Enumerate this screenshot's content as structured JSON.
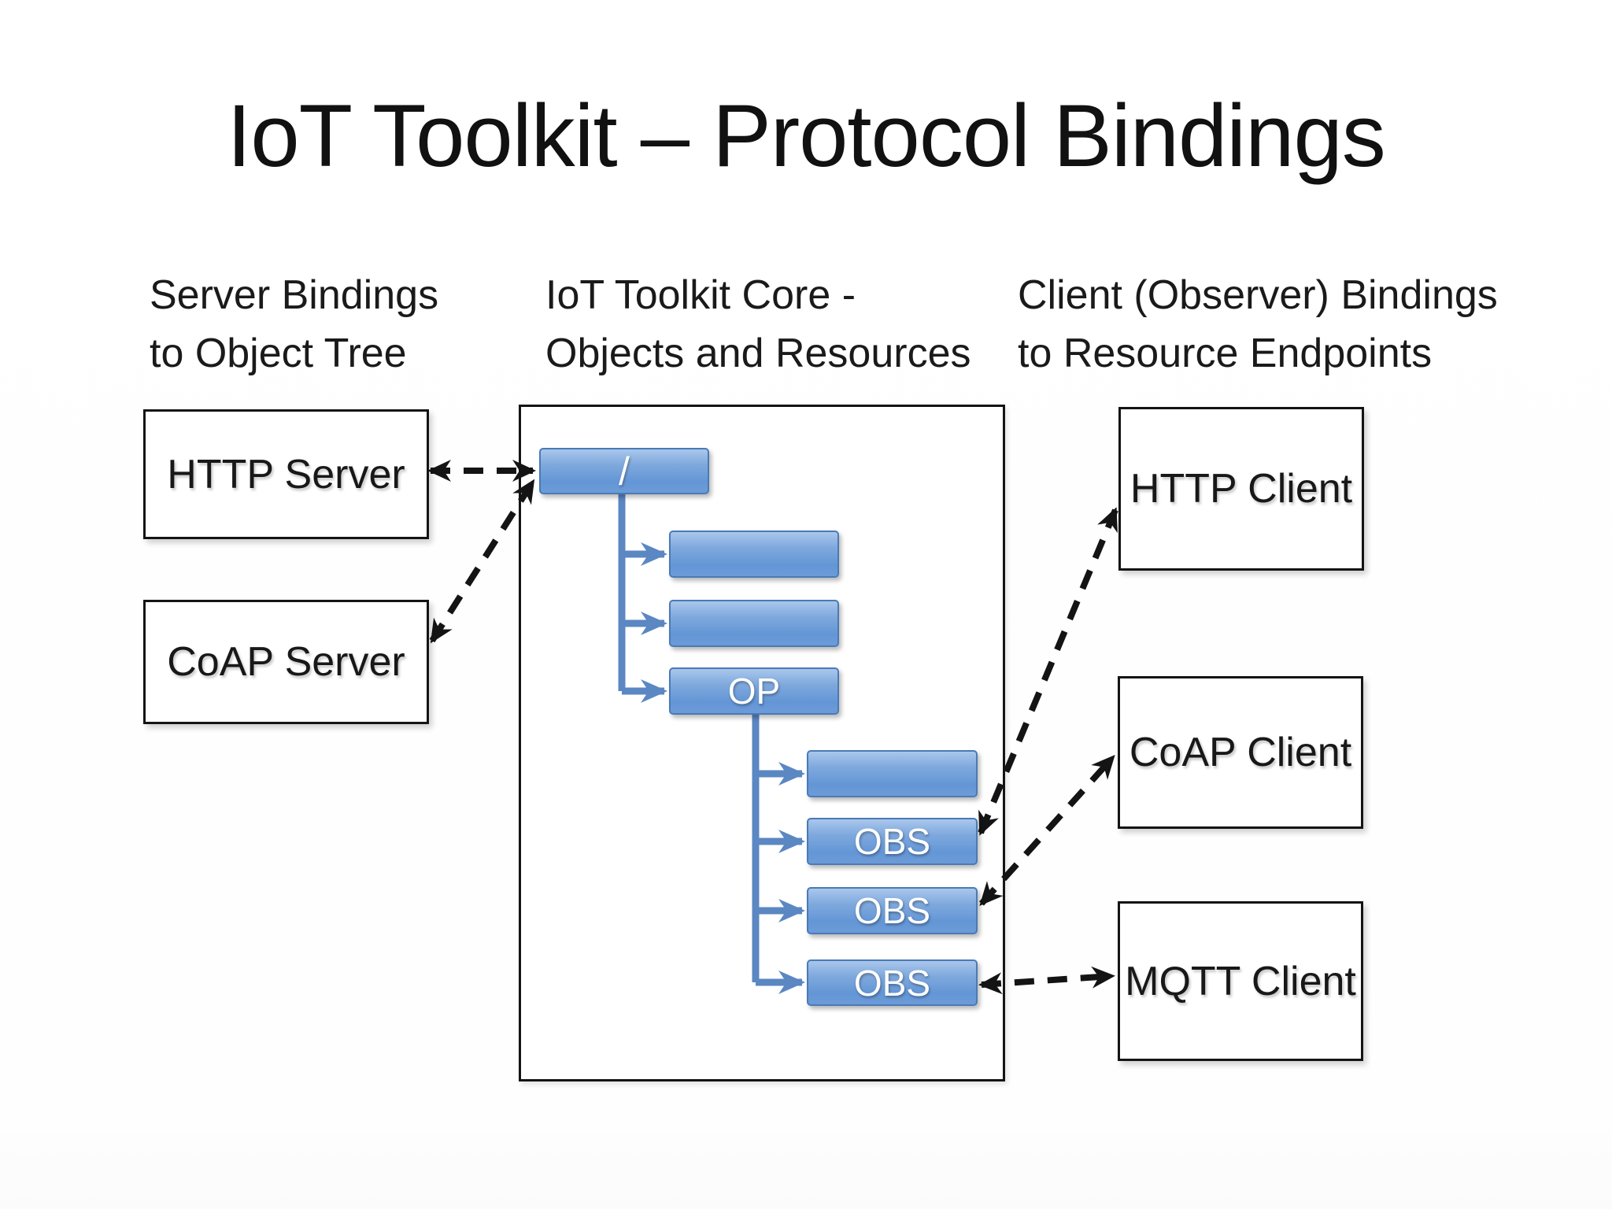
{
  "title": "IoT Toolkit – Protocol Bindings",
  "columns": {
    "left": {
      "heading_line1": "Server Bindings",
      "heading_line2": "to Object Tree"
    },
    "center": {
      "heading_line1": "IoT Toolkit Core -",
      "heading_line2": "Objects and Resources"
    },
    "right": {
      "heading_line1": "Client (Observer) Bindings",
      "heading_line2": "to Resource Endpoints"
    }
  },
  "server_bindings": {
    "http_server_label": "HTTP Server",
    "coap_server_label": "CoAP Server"
  },
  "client_bindings": {
    "http_client_label": "HTTP Client",
    "coap_client_label": "CoAP Client",
    "mqtt_client_label": "MQTT Client"
  },
  "object_tree": {
    "root_label": "/",
    "level1": [
      {
        "label": ""
      },
      {
        "label": ""
      },
      {
        "label": "OP"
      }
    ],
    "level2": [
      {
        "label": ""
      },
      {
        "label": "OBS"
      },
      {
        "label": "OBS"
      },
      {
        "label": "OBS"
      }
    ]
  },
  "connections": [
    "HTTP Server <-> /",
    "CoAP Server <-> /",
    "OBS <-> HTTP Client",
    "OBS <-> CoAP Client",
    "OBS <-> MQTT Client"
  ],
  "colors": {
    "node_fill_top": "#a9c7ec",
    "node_fill_bottom": "#6d9bd8",
    "node_border": "#4a7ab6",
    "wire_blue": "#5b87c3",
    "arrow_black": "#141414",
    "background": "#ffffff",
    "text": "#161616"
  }
}
